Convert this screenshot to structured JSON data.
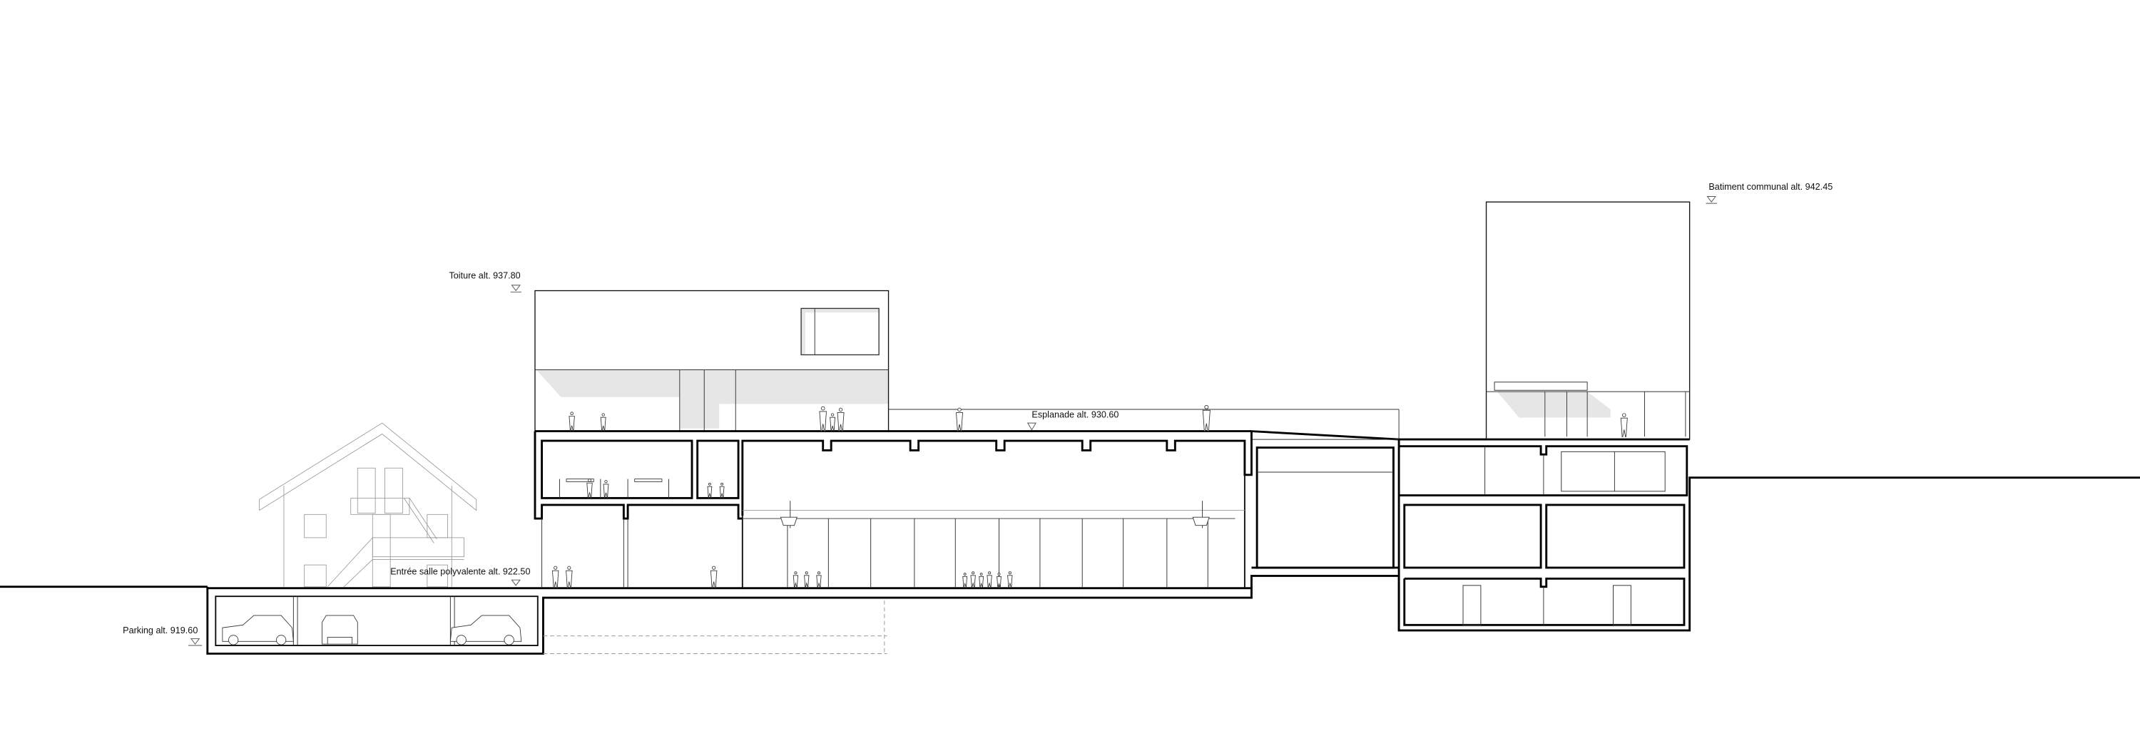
{
  "drawing": {
    "type": "architectural-section",
    "levels": [
      {
        "id": "toiture",
        "label": "Toiture alt. 937.80"
      },
      {
        "id": "batiment",
        "label": "Batiment communal alt. 942.45"
      },
      {
        "id": "esplanade",
        "label": "Esplanade alt. 930.60"
      },
      {
        "id": "entree",
        "label": "Entrée salle polyvalente alt. 922.50"
      },
      {
        "id": "parking",
        "label": "Parking alt. 919.60"
      }
    ],
    "colors": {
      "line": "#000000",
      "context": "#9a9a9a",
      "shade": "#e6e6e6",
      "background": "#ffffff"
    }
  }
}
